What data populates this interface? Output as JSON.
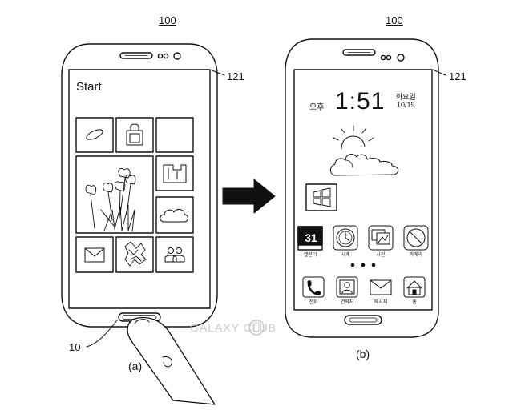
{
  "figure": {
    "device_ref_left": "100",
    "device_ref_right": "100",
    "display_ref_left": "121",
    "display_ref_right": "121",
    "button_ref": "10",
    "caption_a": "(a)",
    "caption_b": "(b)"
  },
  "phone_a": {
    "start_label": "Start",
    "tiles": [
      {
        "icon": "ie-icon"
      },
      {
        "icon": "store-bag-icon"
      },
      {
        "icon": "blank-tile"
      },
      {
        "icon": "tulips-photo"
      },
      {
        "icon": "office-icon"
      },
      {
        "icon": "cloud-icon"
      },
      {
        "icon": "mail-icon"
      },
      {
        "icon": "games-icon"
      },
      {
        "icon": "people-icon"
      }
    ]
  },
  "phone_b": {
    "ampm": "오후",
    "time": "1:51",
    "weekday": "화요일",
    "date": "10/19",
    "weather_icon": "partly-cloudy-icon",
    "windows_icon": "windows-logo-icon",
    "apps": [
      {
        "label": "캘린더",
        "icon": "calendar-icon",
        "badge": "31"
      },
      {
        "label": "시계",
        "icon": "clock-icon"
      },
      {
        "label": "사진",
        "icon": "gallery-icon"
      },
      {
        "label": "카메라",
        "icon": "camera-icon"
      }
    ],
    "dock": [
      {
        "label": "전화",
        "icon": "phone-icon"
      },
      {
        "label": "연락처",
        "icon": "contacts-icon"
      },
      {
        "label": "메시지",
        "icon": "message-icon"
      },
      {
        "label": "홈",
        "icon": "home-icon"
      }
    ]
  },
  "watermark": "GALAXY CLUB"
}
